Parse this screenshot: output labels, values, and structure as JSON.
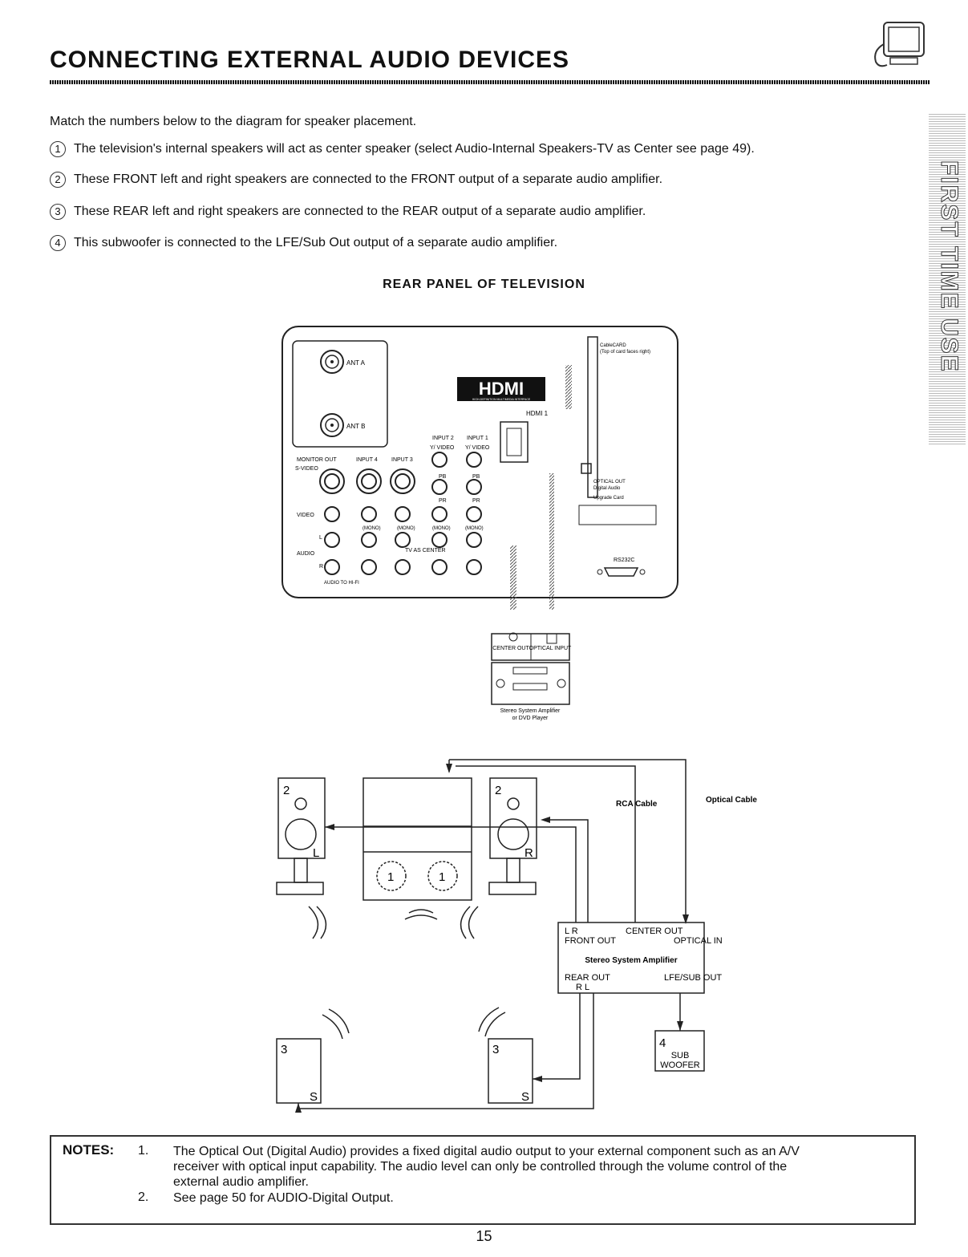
{
  "page": {
    "title": "CONNECTING EXTERNAL AUDIO DEVICES",
    "side_tab": "FIRST TIME USE",
    "intro": "Match the numbers below to the diagram for speaker placement.",
    "items": [
      {
        "num": "1",
        "text": "The television's internal speakers will act as center speaker (select Audio-Internal Speakers-TV as Center see page 49)."
      },
      {
        "num": "2",
        "text": "These FRONT left and right speakers are connected to the FRONT output of a separate audio amplifier."
      },
      {
        "num": "3",
        "text": "These REAR left and right speakers are connected to the REAR output of a separate audio amplifier."
      },
      {
        "num": "4",
        "text": "This subwoofer is connected to the LFE/Sub Out output of a separate audio amplifier."
      }
    ],
    "section_heading": "REAR PANEL OF TELEVISION",
    "page_number": "15"
  },
  "rear_panel": {
    "ant_a": "ANT A",
    "ant_b": "ANT B",
    "hdmi_logo": "HDMI",
    "hdmi_sub": "HIGH-DEFINITION MULTIMEDIA INTERFACE",
    "hdmi1": "HDMI 1",
    "cablecard": "CableCARD",
    "cablecard_note": "(Top of card faces right)",
    "input2": "INPUT 2",
    "input1": "INPUT 1",
    "y_video": "Y/ VIDEO",
    "pb": "PB",
    "pr": "PR",
    "monitor_out": "MONITOR OUT",
    "input4": "INPUT 4",
    "input3": "INPUT 3",
    "s_video": "S-VIDEO",
    "video": "VIDEO",
    "audio": "AUDIO",
    "l": "L",
    "r": "R",
    "mono": "(MONO)",
    "tv_as_center": "TV AS CENTER",
    "audio_to_hifi": "AUDIO TO HI-FI",
    "optical_out": "OPTICAL OUT",
    "digital_audio": "Digital Audio",
    "upgrade_card": "Upgrade Card",
    "rs232c": "RS232C"
  },
  "amp_top": {
    "center_out": "CENTER OUT",
    "optical_input": "OPTICAL INPUT",
    "caption1": "Stereo System Amplifier",
    "caption2": "or DVD Player"
  },
  "layout_diagram": {
    "speaker_2": "2",
    "speaker_1": "1",
    "speaker_3": "3",
    "speaker_4": "4",
    "left_label": "L",
    "right_label": "R",
    "surround_label": "S",
    "rca_cable": "RCA Cable",
    "optical_cable": "Optical Cable",
    "amp_lr": "L  R",
    "amp_front_out": "FRONT OUT",
    "amp_center_out": "CENTER OUT",
    "amp_optical_in": "OPTICAL IN",
    "amp_name": "Stereo System Amplifier",
    "amp_rear_out": "REAR OUT",
    "amp_rl": "R  L",
    "amp_lfe_sub": "LFE/SUB OUT",
    "sub_woofer_1": "SUB",
    "sub_woofer_2": "WOOFER"
  },
  "notes": {
    "heading": "NOTES:",
    "items": [
      {
        "num": "1.",
        "line1": "The Optical Out (Digital Audio) provides a fixed digital audio output to your external component such as an A/V",
        "line2": "receiver with optical input capability.  The audio level can only be controlled through the volume control of the",
        "line3": "external audio amplifier."
      },
      {
        "num": "2.",
        "line1": "See page 50 for AUDIO-Digital Output."
      }
    ]
  }
}
